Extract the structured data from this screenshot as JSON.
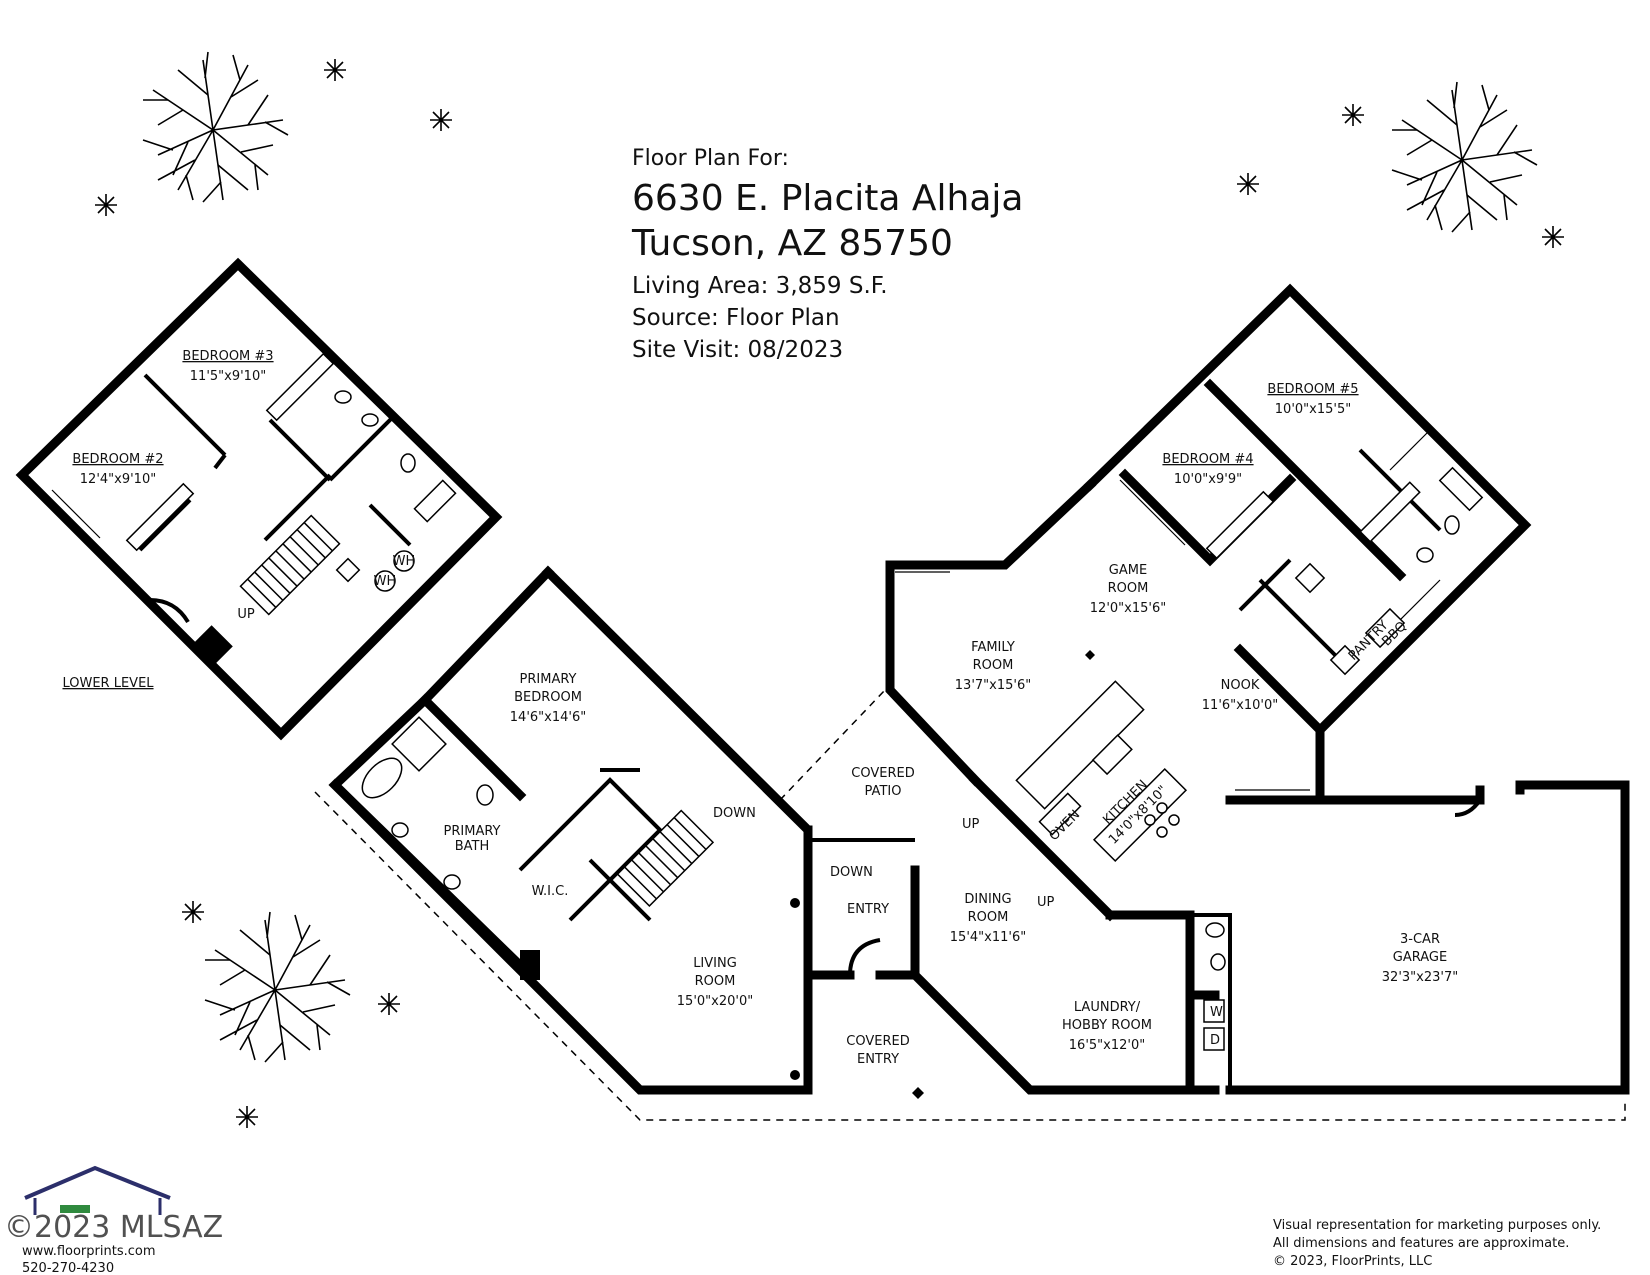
{
  "header": {
    "line1": "Floor Plan For:",
    "line2": "6630 E. Placita Alhaja",
    "line3": "Tucson, AZ  85750",
    "line4": "Living Area:  3,859 S.F.",
    "line5": "Source:  Floor Plan",
    "line6": "Site Visit:  08/2023"
  },
  "level_label": "LOWER LEVEL",
  "rooms": {
    "bedroom3": {
      "name": "BEDROOM #3",
      "dim": "11'5\"x9'10\""
    },
    "bedroom2": {
      "name": "BEDROOM #2",
      "dim": "12'4\"x9'10\""
    },
    "bedroom5": {
      "name": "BEDROOM #5",
      "dim": "10'0\"x15'5\""
    },
    "bedroom4": {
      "name": "BEDROOM #4",
      "dim": "10'0\"x9'9\""
    },
    "game_room": {
      "name1": "GAME",
      "name2": "ROOM",
      "dim": "12'0\"x15'6\""
    },
    "family_room": {
      "name1": "FAMILY",
      "name2": "ROOM",
      "dim": "13'7\"x15'6\""
    },
    "nook": {
      "name": "NOOK",
      "dim": "11'6\"x10'0\""
    },
    "primary_bedroom": {
      "name1": "PRIMARY",
      "name2": "BEDROOM",
      "dim": "14'6\"x14'6\""
    },
    "primary_bath": {
      "name1": "PRIMARY",
      "name2": "BATH"
    },
    "wic": {
      "name": "W.I.C."
    },
    "covered_patio": {
      "name1": "COVERED",
      "name2": "PATIO"
    },
    "kitchen": {
      "name": "KITCHEN",
      "dim": "14'0\"x8'10\""
    },
    "entry": {
      "name": "ENTRY"
    },
    "dining_room": {
      "name1": "DINING",
      "name2": "ROOM",
      "dim": "15'4\"x11'6\""
    },
    "living_room": {
      "name1": "LIVING",
      "name2": "ROOM",
      "dim": "15'0\"x20'0\""
    },
    "covered_entry": {
      "name1": "COVERED",
      "name2": "ENTRY"
    },
    "laundry": {
      "name1": "LAUNDRY/",
      "name2": "HOBBY ROOM",
      "dim": "16'5\"x12'0\""
    },
    "garage": {
      "name1": "3-CAR",
      "name2": "GARAGE",
      "dim": "32'3\"x23'7\""
    }
  },
  "small_labels": {
    "up1": "UP",
    "up2": "UP",
    "up3": "UP",
    "down1": "DOWN",
    "down2": "DOWN",
    "wh1": "WH",
    "wh2": "WH",
    "oven": "OVEN",
    "pantry": "PANTRY",
    "bbq": "BBQ",
    "w": "W",
    "d": "D"
  },
  "footer": {
    "watermark": "©2023 MLSAZ",
    "website": "www.floorprints.com",
    "phone": "520-270-4230",
    "disclaimer1": "Visual representation for marketing purposes only.",
    "disclaimer2": "All dimensions and features are approximate.",
    "copyright": "© 2023, FloorPrints, LLC"
  },
  "colors": {
    "ink": "#000000",
    "background": "#ffffff",
    "logo_blue": "#2c2f6b",
    "logo_green": "#2f8a3e"
  }
}
